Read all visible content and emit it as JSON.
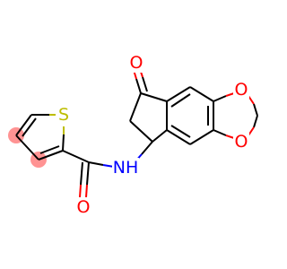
{
  "atoms": {
    "carbonyl_oxygen": "O",
    "dioxole_oxygen_top": "O",
    "dioxole_oxygen_bottom": "O",
    "thiophene_sulfur": "S",
    "amide_nitrogen": "NH",
    "amide_oxygen": "O"
  },
  "colors": {
    "oxygen": "#ff0000",
    "sulfur": "#bdbd00",
    "nitrogen": "#0000ff",
    "carbon": "#000000",
    "highlight": "#ff8080"
  }
}
